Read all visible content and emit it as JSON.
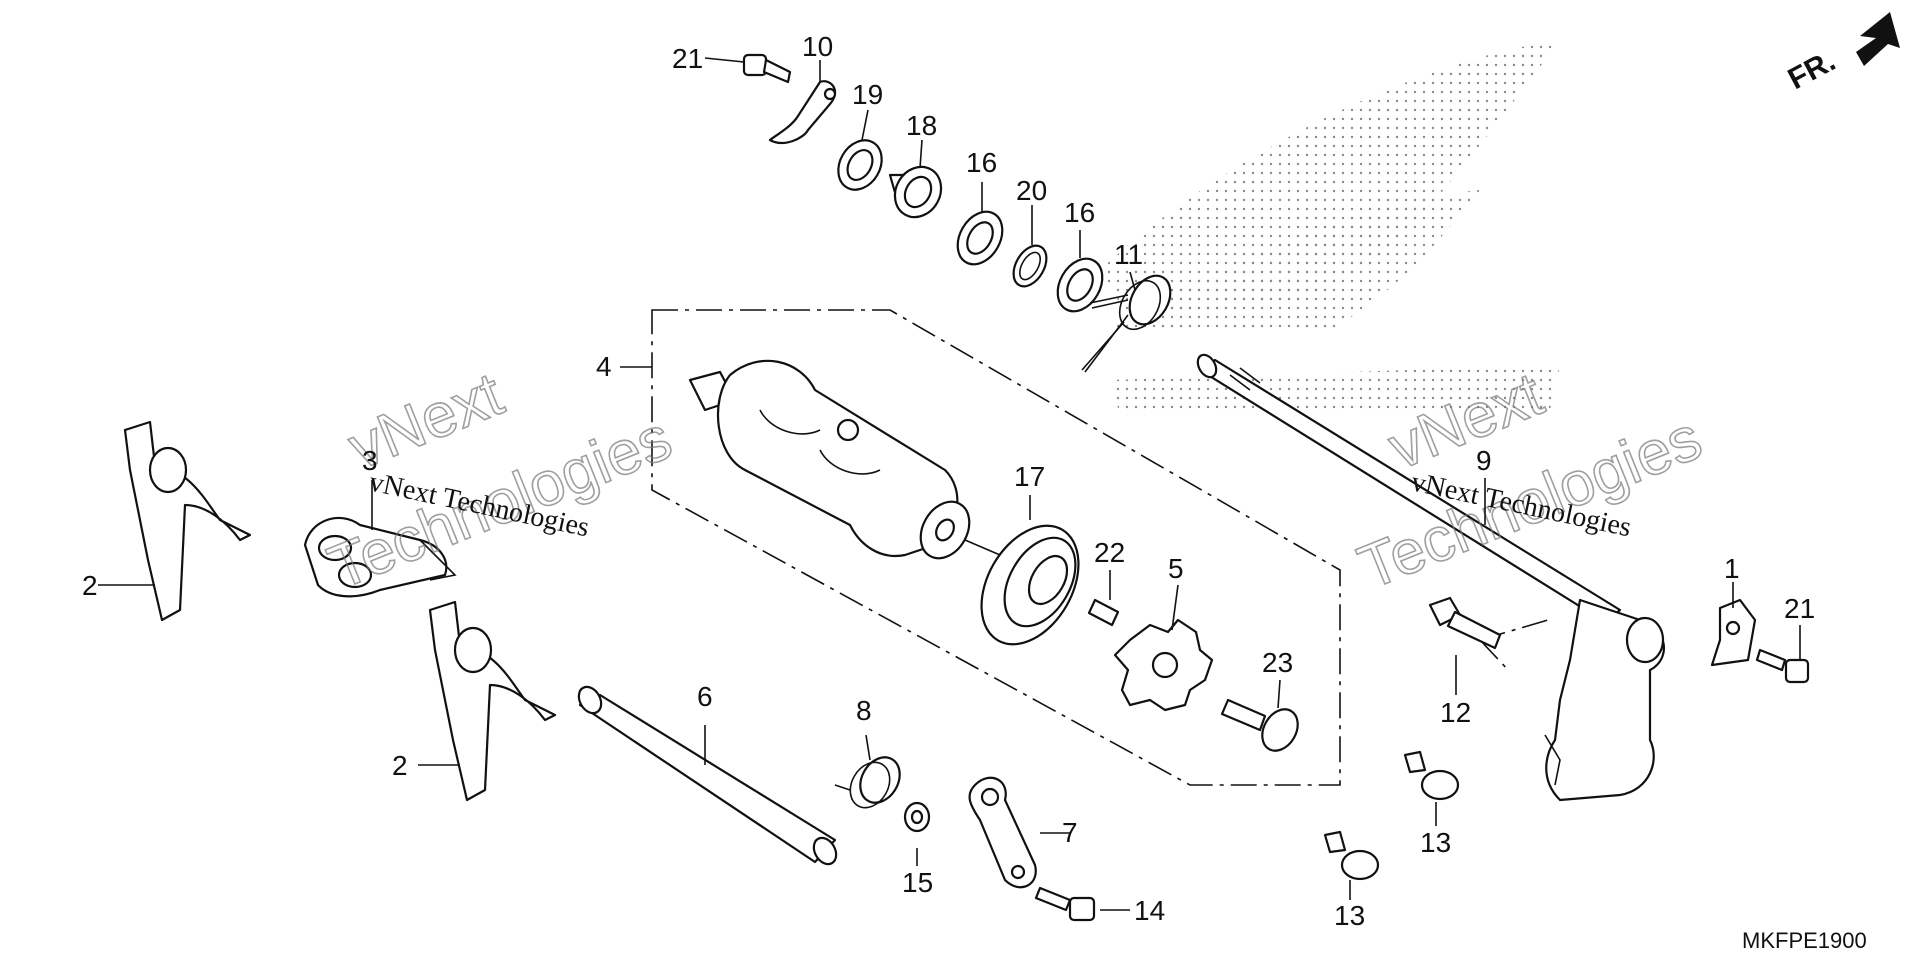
{
  "diagram": {
    "code": "MKFPE1900",
    "direction_label": "FR.",
    "watermark": {
      "company": "vNext Technologies",
      "word1": "vNext",
      "word2": "Technologies"
    },
    "callouts": [
      "21",
      "10",
      "19",
      "18",
      "16",
      "20",
      "16",
      "11",
      "4",
      "3",
      "2",
      "2",
      "17",
      "22",
      "5",
      "23",
      "6",
      "8",
      "15",
      "7",
      "14",
      "9",
      "1",
      "21",
      "12",
      "13",
      "13"
    ]
  }
}
